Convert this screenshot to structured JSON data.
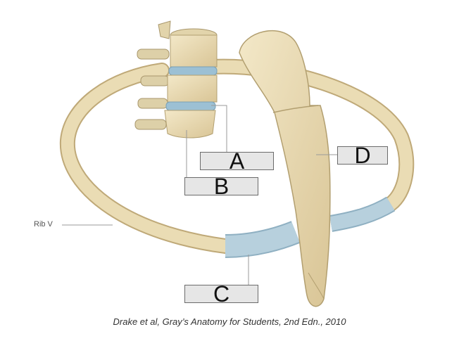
{
  "figure": {
    "rib_label": "Rib V",
    "labels": {
      "a": "A",
      "b": "B",
      "c": "C",
      "d": "D"
    },
    "caption": "Drake et al, Gray’s Anatomy for Students, 2nd Edn., 2010"
  },
  "colors": {
    "bone": "#eadcb4",
    "bone_outline": "#bfa978",
    "cartilage": "#b7d0dd",
    "disc": "#9cc0d4",
    "label_box": "#e6e6e6",
    "leader": "#9a9a9a"
  }
}
